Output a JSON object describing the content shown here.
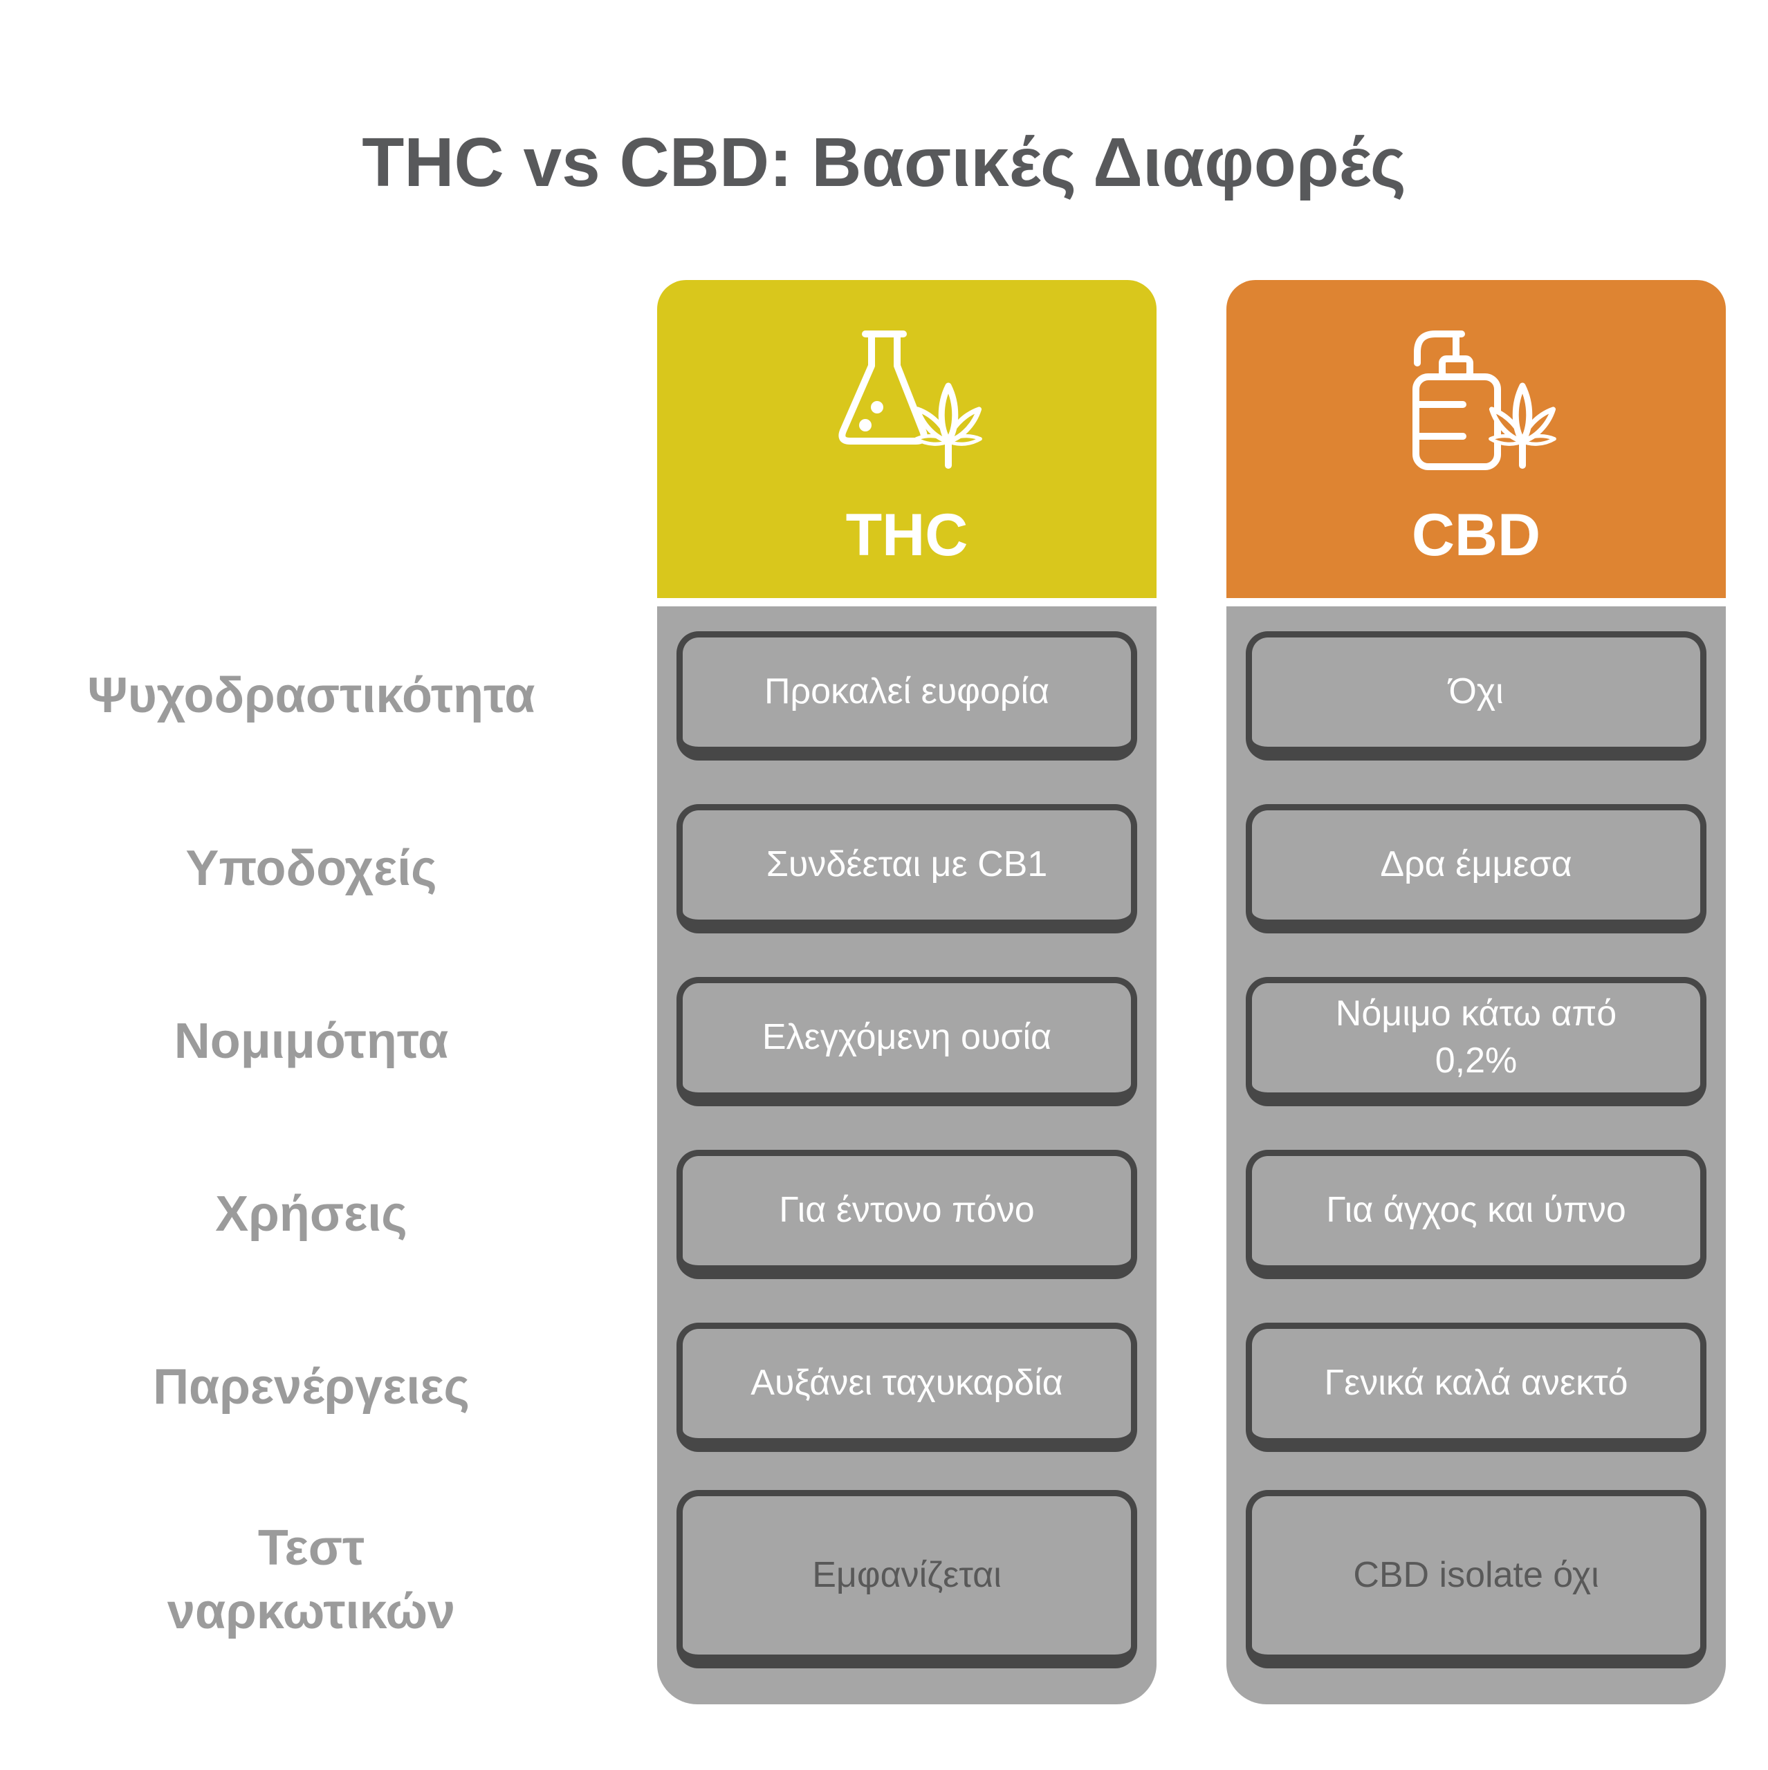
{
  "title": "THC vs CBD: Βασικές Διαφορές",
  "columns": [
    {
      "id": "thc",
      "label": "THC",
      "icon": "flask-leaf-icon"
    },
    {
      "id": "cbd",
      "label": "CBD",
      "icon": "pump-bottle-leaf-icon"
    }
  ],
  "rows": [
    {
      "label": "Ψυχοδραστικότητα",
      "thc": "Προκαλεί ευφορία",
      "cbd": "Όχι"
    },
    {
      "label": "Υποδοχείς",
      "thc": "Συνδέεται με CB1",
      "cbd": "Δρα έμμεσα"
    },
    {
      "label": "Νομιμότητα",
      "thc": "Ελεγχόμενη ουσία",
      "cbd": "Νόμιμο κάτω από\n0,2%"
    },
    {
      "label": "Χρήσεις",
      "thc": "Για έντονο πόνο",
      "cbd": "Για άγχος και ύπνο"
    },
    {
      "label": "Παρενέργειες",
      "thc": "Αυξάνει ταχυκαρδία",
      "cbd": "Γενικά καλά ανεκτό"
    },
    {
      "label": "Τεστ\nναρκωτικών",
      "thc": "Εμφανίζεται",
      "cbd": "CBD isolate όχι"
    }
  ],
  "colors": {
    "thc-color": "#d9c71c",
    "cbd-color": "#de8432",
    "panel-gray": "#a6a6a6",
    "border-dark": "#474747",
    "label-gray": "#9b9b9b",
    "title-gray": "#58595b",
    "cell-text-light": "#ffffff",
    "cell-text-dark": "#595959",
    "background": "#ffffff"
  }
}
